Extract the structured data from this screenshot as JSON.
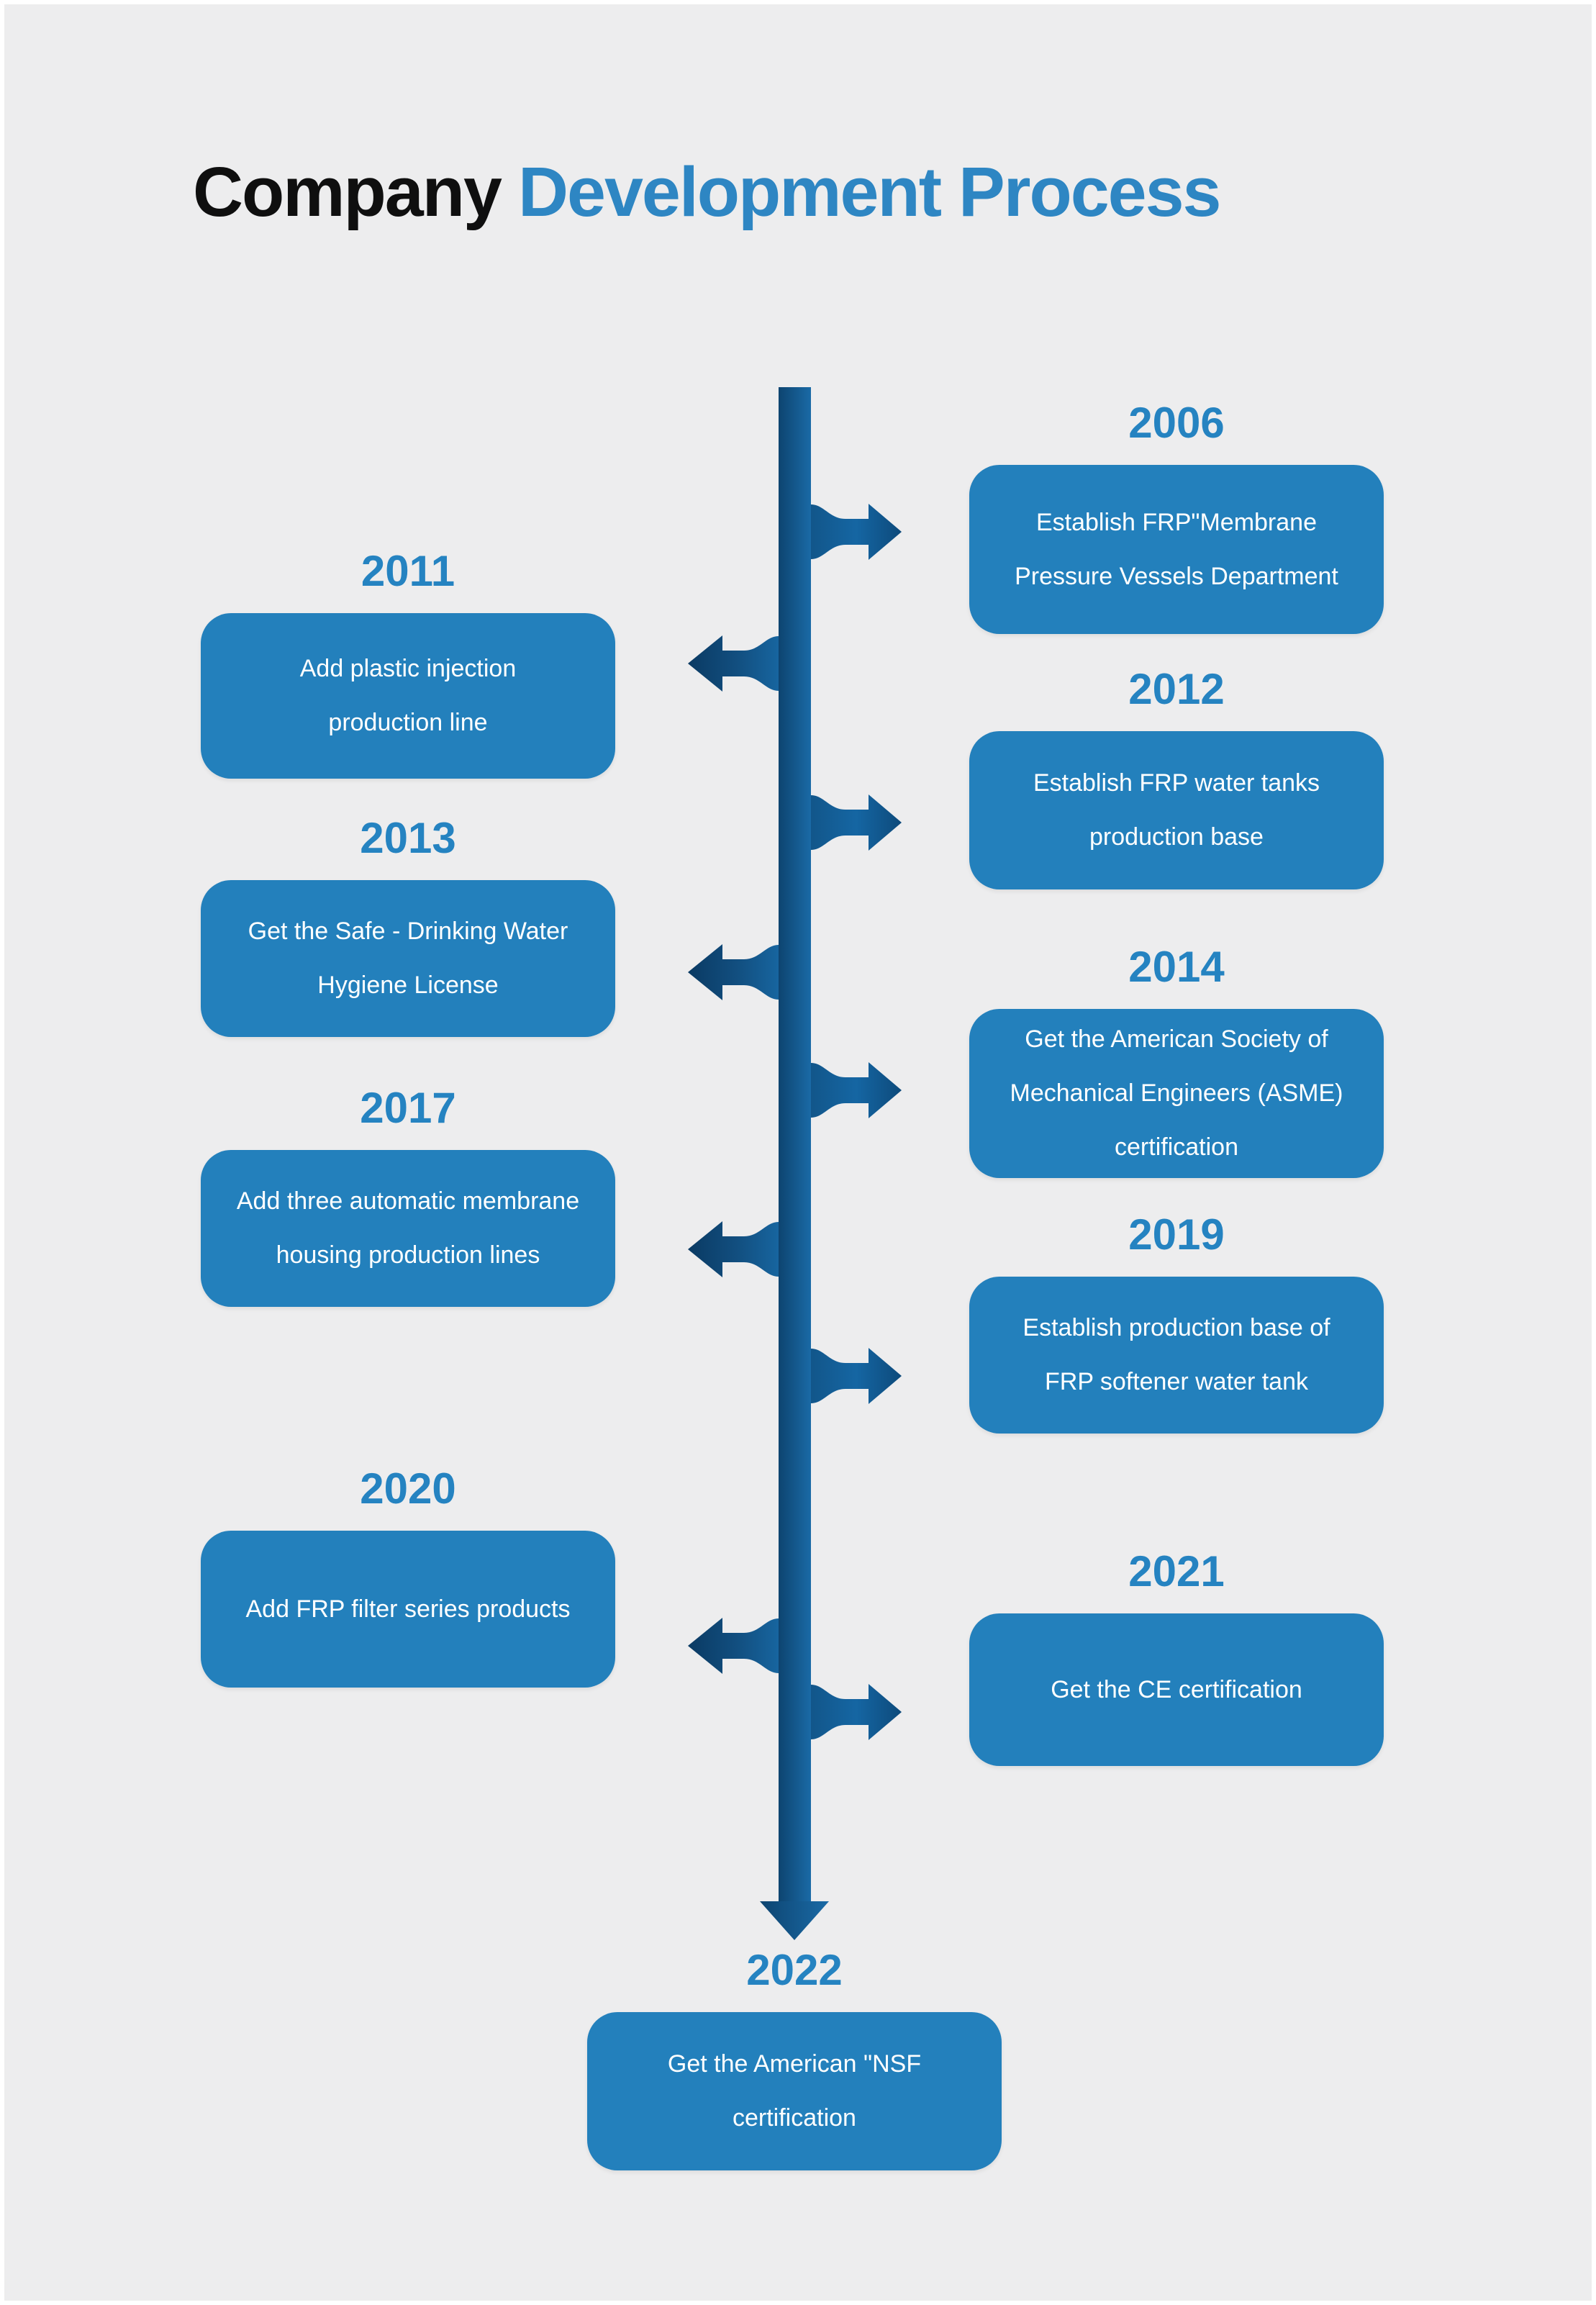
{
  "title": {
    "prefix": "Company",
    "highlight": "Development Process"
  },
  "timeline": {
    "milestones": [
      {
        "year": "2006",
        "side": "right",
        "text": "Establish FRP\"Membrane Pressure Vessels Department",
        "lines": [
          "Establish FRP\"Membrane",
          "Pressure Vessels Department"
        ]
      },
      {
        "year": "2011",
        "side": "left",
        "text": "Add plastic injection production line",
        "lines": [
          "Add plastic injection",
          "production line"
        ]
      },
      {
        "year": "2012",
        "side": "right",
        "text": "Establish FRP water tanks production base",
        "lines": [
          "Establish FRP water tanks",
          "production base"
        ]
      },
      {
        "year": "2013",
        "side": "left",
        "text": "Get the Safe - Drinking Water Hygiene License",
        "lines": [
          "Get the Safe - Drinking Water",
          "Hygiene License"
        ]
      },
      {
        "year": "2014",
        "side": "right",
        "text": "Get the American Society of Mechanical Engineers (ASME) certification",
        "lines": [
          "Get the American Society of",
          "Mechanical Engineers (ASME)",
          "certification"
        ]
      },
      {
        "year": "2017",
        "side": "left",
        "text": "Add three automatic membrane housing production lines",
        "lines": [
          "Add three automatic membrane",
          "housing production lines"
        ]
      },
      {
        "year": "2019",
        "side": "right",
        "text": "Establish production base of FRP softener water tank",
        "lines": [
          "Establish production base of",
          "FRP softener water tank"
        ]
      },
      {
        "year": "2020",
        "side": "left",
        "text": "Add FRP filter series products",
        "lines": [
          "Add FRP filter series products"
        ]
      },
      {
        "year": "2021",
        "side": "right",
        "text": "Get the CE certification",
        "lines": [
          "Get the CE certification"
        ]
      },
      {
        "year": "2022",
        "side": "center",
        "text": "Get the American \"NSF certification",
        "lines": [
          "Get the American \"NSF",
          "certification"
        ]
      }
    ]
  },
  "colors": {
    "background": "#ededee",
    "box_blue": "#2380bc",
    "year_blue": "#2583c1",
    "title_blue": "#2e86c3",
    "title_black": "#0f0f0f",
    "trunk_dark": "#0d4470",
    "trunk_light": "#1a6aa6",
    "arrow_tip_dark": "#0a3a63",
    "text_white": "#ffffff"
  }
}
